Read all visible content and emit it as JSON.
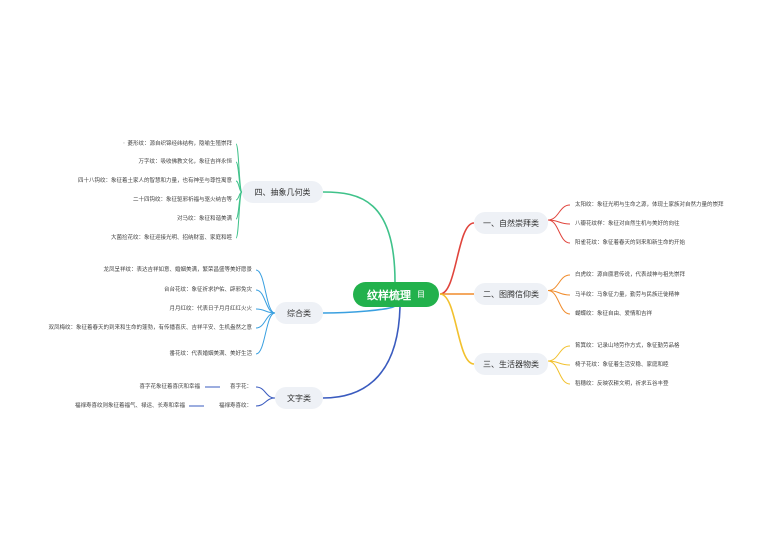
{
  "root": {
    "title": "纹样梳理",
    "note_icon": "note-icon",
    "note_glyph": "目"
  },
  "colors": {
    "root": "#22b14c",
    "branch1": "#e0443c",
    "branch2": "#f08c2c",
    "branch3": "#f2c12e",
    "branch4": "#3a5bbf",
    "branch5": "#3aa0e0",
    "branch6": "#3fc28a"
  },
  "topics": {
    "t1": "一、自然崇拜类",
    "t2": "二、图腾信仰类",
    "t3": "三、生活器物类",
    "t4": "文字类",
    "t5": "综合类",
    "t6": "四、抽象几何类"
  },
  "leaves": {
    "t1": [
      "太阳纹：象征光明与生命之源，体现土家族对自然力量的崇拜",
      "八瓣花纹样：象征对自然生机与美好的向往",
      "阳雀花纹：象征着春天的到来和新生命的开始"
    ],
    "t2": [
      "白虎纹：源自廪君传说，代表战神与祖先崇拜",
      "马半纹：马象征力量，勤劳与民族迁徙精神",
      "蝴蝶纹：象征自由、爱情和吉祥"
    ],
    "t3": [
      "筲箕纹：记录山地劳作方式，象征勤劳品格",
      "椅子花纹：象征着生活安稳、家庭和睦",
      "稻穗纹：反映农耕文明，祈求五谷丰登"
    ],
    "t4": [
      "喜字花：",
      "福禄寿喜纹："
    ],
    "t4_detail": [
      "喜字花象征着喜庆和幸福",
      "福禄寿喜纹则象征着福气、禄运、长寿和幸福"
    ],
    "t5": [
      "龙凤呈祥纹：表达吉祥如意、婚姻美满，繁荣昌盛等美好愿景",
      "台台花纹：象征祈求护佑、辟邪免灾",
      "月月红纹：代表日子月月红红火火",
      "双凤梅纹：象征着春天的到来和生命的蓬勃，有传播喜庆、吉祥平安、生机盎然之意",
      "番花纹：代表婚姻美满、美好生活"
    ],
    "t6": [
      "菱形纹：源自织锦经纬结构，隐喻生殖崇拜",
      "万字纹：吸收佛教文化，象征吉祥永恒",
      "四十八钩纹：象征着土家人的智慧和力量，也有神圣与尊性寓意",
      "二十四钩纹：象征驱邪祈福与驱火纳吉等",
      "对马纹：象征和谐美满",
      "大菌捡花纹：象征迎接光明、招纳财富、家庭和睦"
    ]
  }
}
